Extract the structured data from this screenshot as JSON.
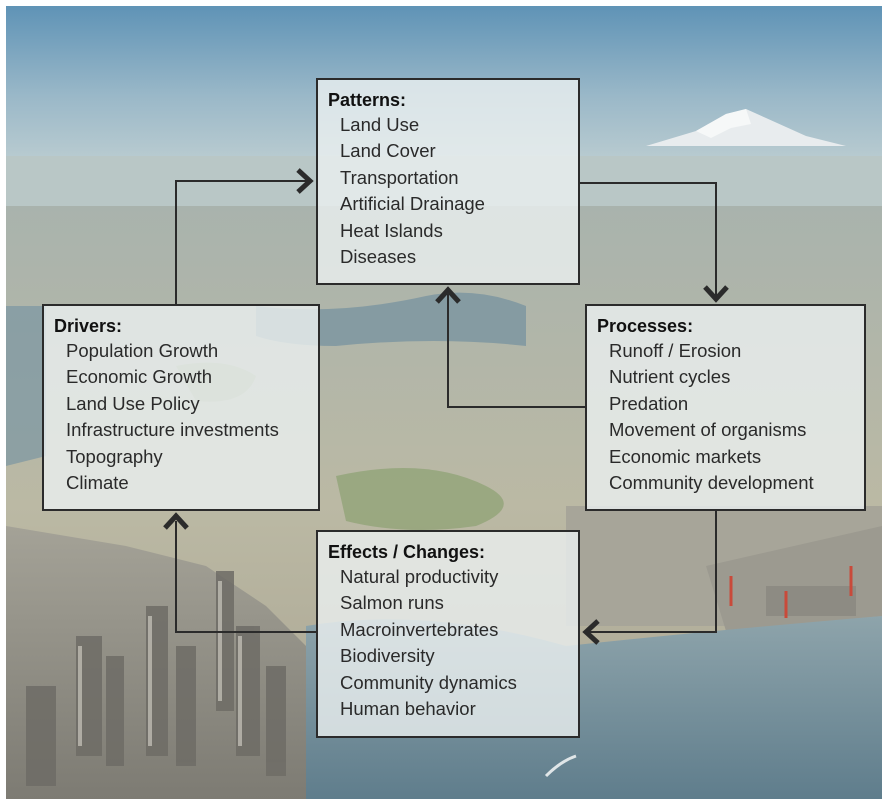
{
  "colors": {
    "sky_top": "#6b9bbb",
    "sky_haze": "#c9d6d6",
    "water": "#7f99a4",
    "land": "#b9b8a2",
    "arrow": "#2b2b2b",
    "box_fill": "#ebf0f0"
  },
  "boxes": {
    "patterns": {
      "title": "Patterns:",
      "items": [
        "Land Use",
        "Land Cover",
        "Transportation",
        "Artificial Drainage",
        "Heat Islands",
        "Diseases"
      ]
    },
    "drivers": {
      "title": "Drivers:",
      "items": [
        "Population Growth",
        "Economic Growth",
        "Land Use Policy",
        "Infrastructure investments",
        "Topography",
        "Climate"
      ]
    },
    "processes": {
      "title": "Processes:",
      "items": [
        "Runoff / Erosion",
        "Nutrient cycles",
        "Predation",
        "Movement of organisms",
        "Economic markets",
        "Community development"
      ]
    },
    "effects": {
      "title": "Effects / Changes:",
      "items": [
        "Natural productivity",
        "Salmon runs",
        "Macroinvertebrates",
        "Biodiversity",
        "Community dynamics",
        "Human behavior"
      ]
    }
  },
  "arrows": [
    {
      "from": "drivers",
      "to": "patterns"
    },
    {
      "from": "patterns",
      "to": "processes"
    },
    {
      "from": "processes",
      "to": "patterns"
    },
    {
      "from": "processes",
      "to": "effects"
    },
    {
      "from": "effects",
      "to": "drivers"
    }
  ]
}
